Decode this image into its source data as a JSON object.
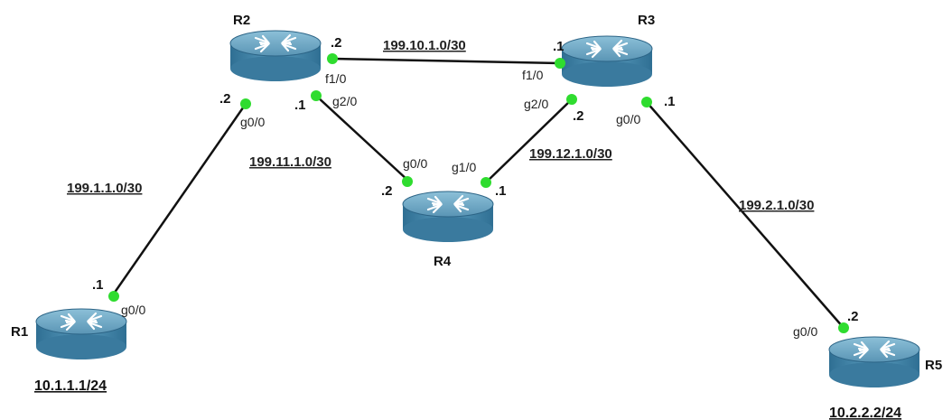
{
  "colors": {
    "router_top": "#6aa3c0",
    "router_side": "#3f7fa3",
    "router_edge": "#2c6486",
    "port_dot": "#2fdc2f",
    "link": "#111111",
    "background": "#ffffff"
  },
  "icons": [
    "router-icon"
  ],
  "routers": {
    "r1": {
      "name": "R1",
      "ip": "10.1.1.1/24"
    },
    "r2": {
      "name": "R2"
    },
    "r3": {
      "name": "R3"
    },
    "r4": {
      "name": "R4"
    },
    "r5": {
      "name": "R5",
      "ip": "10.2.2.2/24"
    }
  },
  "links": {
    "r1_r2": {
      "network": "199.1.1.0/30",
      "a_host": ".1",
      "a_iface": "g0/0",
      "b_host": ".2",
      "b_iface": "g0/0"
    },
    "r2_r3": {
      "network": "199.10.1.0/30",
      "a_host": ".2",
      "a_iface": "f1/0",
      "b_host": ".1",
      "b_iface": "f1/0"
    },
    "r2_r4": {
      "network": "199.11.1.0/30",
      "a_host": ".1",
      "a_iface": "g2/0",
      "b_host": ".2",
      "b_iface": "g0/0"
    },
    "r3_r4": {
      "network": "199.12.1.0/30",
      "a_host": ".2",
      "a_iface": "g2/0",
      "b_host": ".1",
      "b_iface": "g1/0"
    },
    "r3_r5": {
      "network": "199.2.1.0/30",
      "a_host": ".1",
      "a_iface": "g0/0",
      "b_host": ".2",
      "b_iface": "g0/0"
    }
  }
}
